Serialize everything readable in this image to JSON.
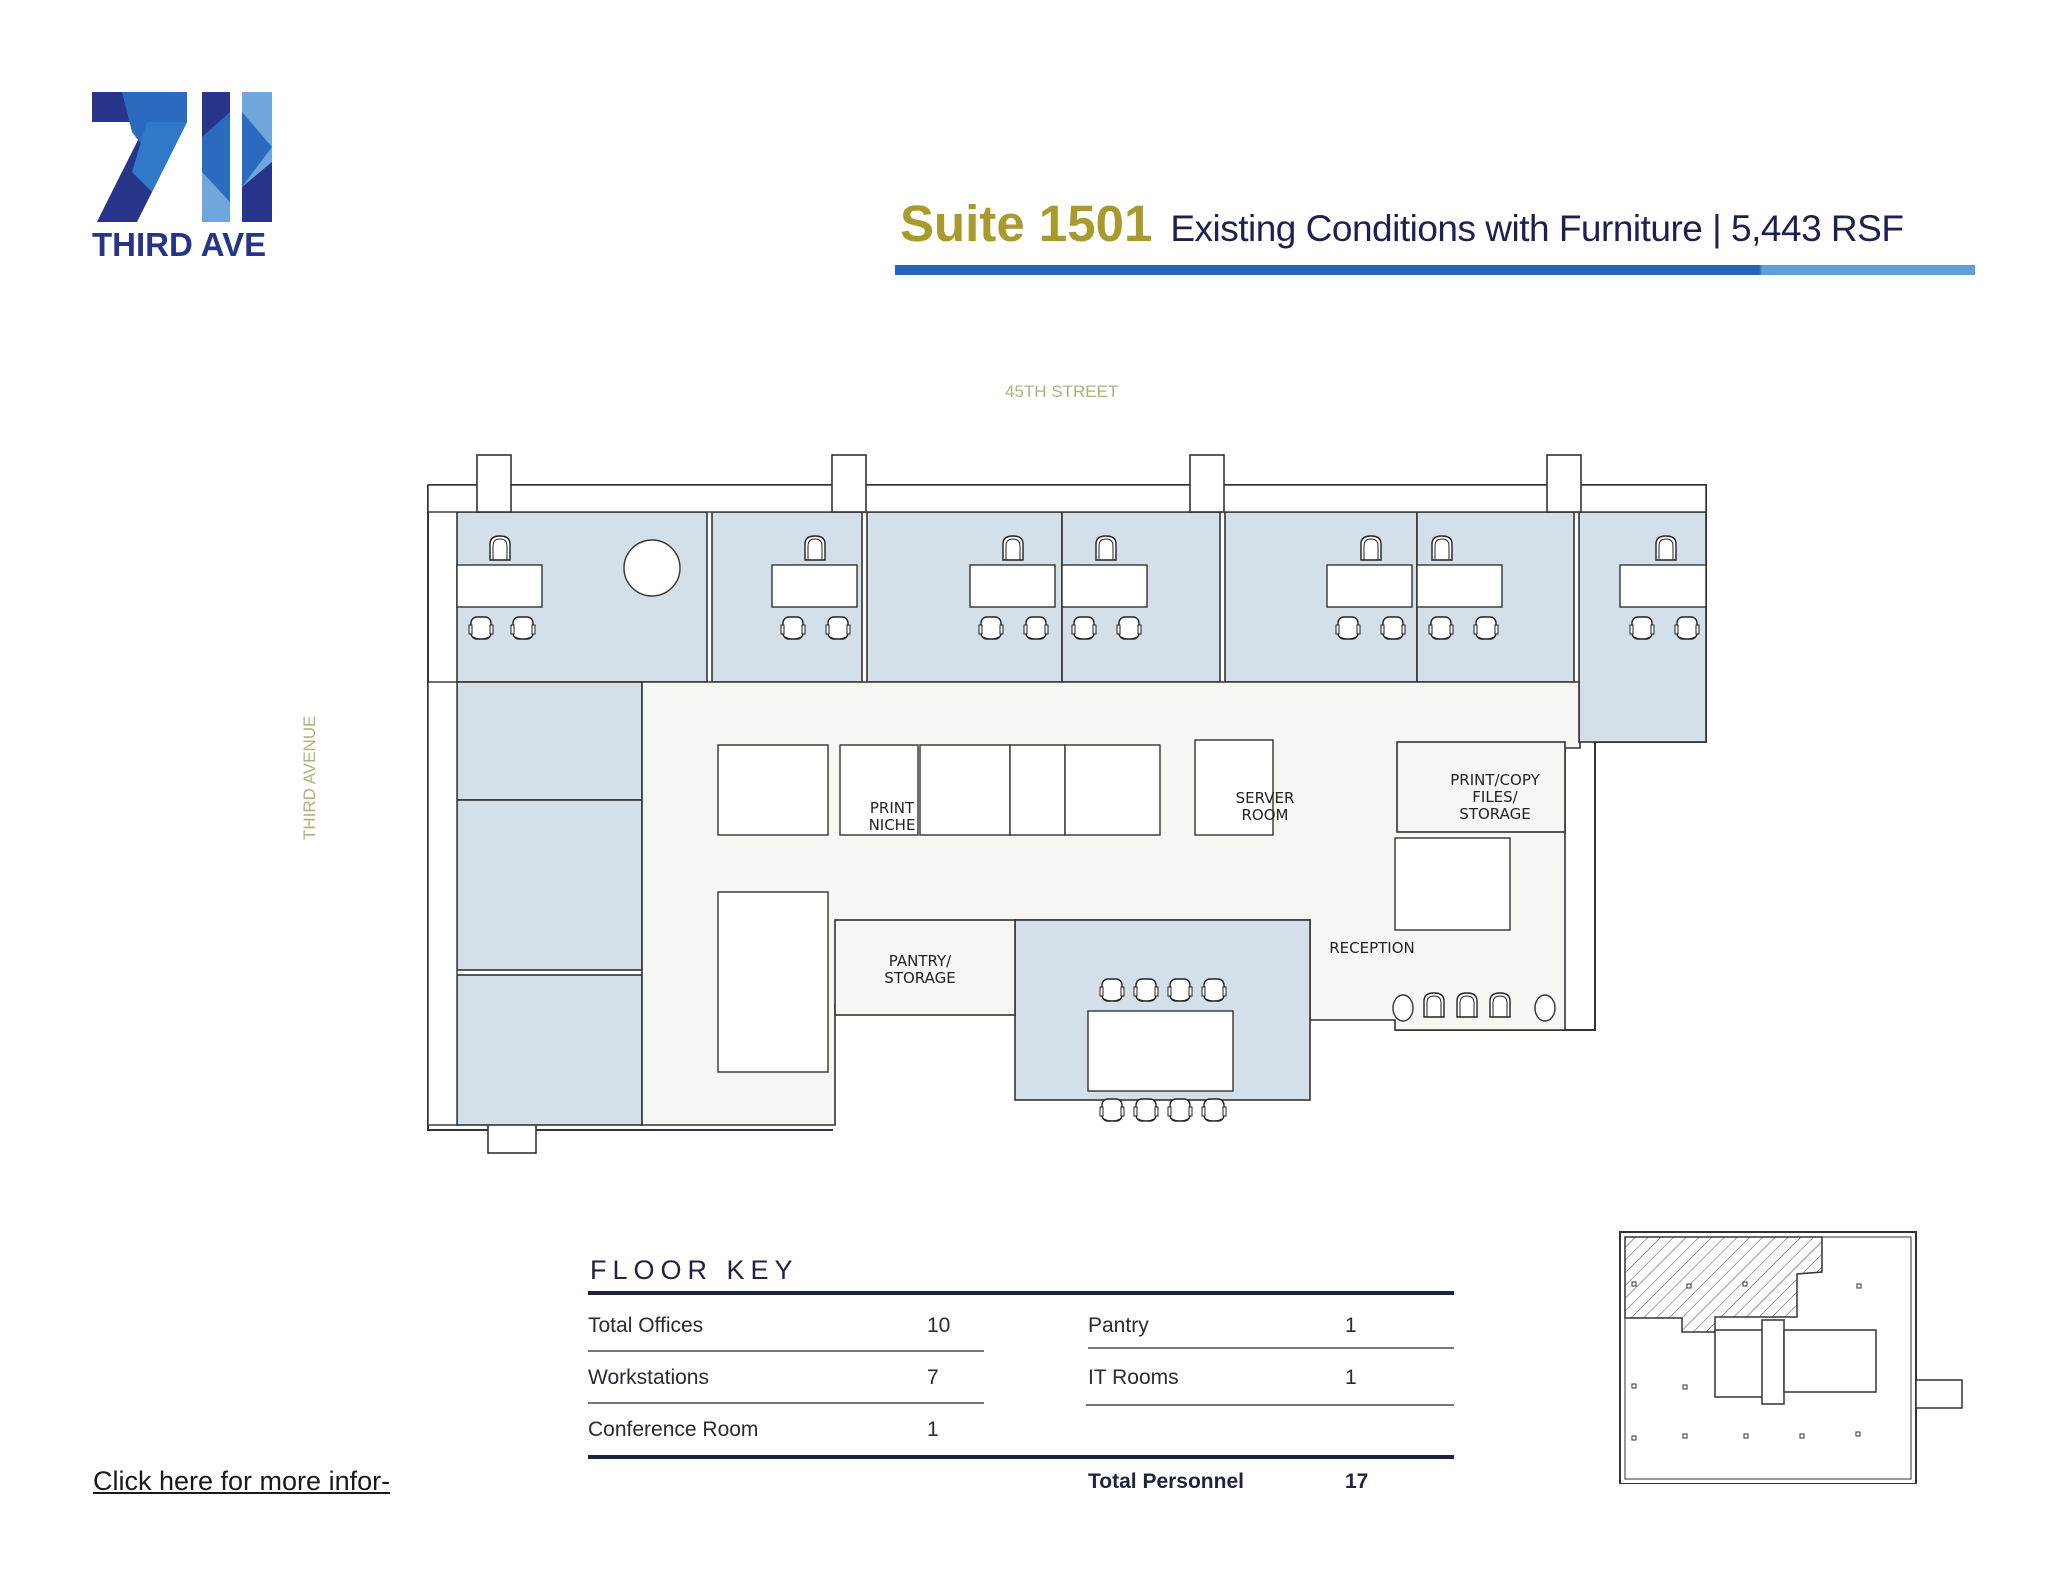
{
  "logo": {
    "number": "711",
    "text": "THIRD AVE",
    "colors": {
      "dark": "#26348a",
      "mid": "#2b6bbf",
      "light": "#6fa7dc"
    }
  },
  "header": {
    "suite": "Suite 1501",
    "subtitle": "Existing Conditions with Furniture | 5,443 RSF",
    "accent_color": "#a89a2c",
    "bar_color": "#2366b3"
  },
  "streets": {
    "north": "45TH STREET",
    "west": "THIRD AVENUE"
  },
  "plan": {
    "office_fill": "#d3e0ea",
    "corridor_fill": "#f6f6f2",
    "labels": {
      "print_niche": [
        "PRINT",
        "NICHE"
      ],
      "server_room": [
        "SERVER",
        "ROOM"
      ],
      "print_copy": [
        "PRINT/COPY",
        "FILES/",
        "STORAGE"
      ],
      "pantry": [
        "PANTRY/",
        "STORAGE"
      ],
      "reception": "RECEPTION"
    }
  },
  "floor_key": {
    "title": "FLOOR KEY",
    "left": [
      {
        "label": "Total Offices",
        "value": "10"
      },
      {
        "label": "Workstations",
        "value": "7"
      },
      {
        "label": "Conference Room",
        "value": "1"
      }
    ],
    "right": [
      {
        "label": "Pantry",
        "value": "1"
      },
      {
        "label": "IT Rooms",
        "value": "1"
      }
    ],
    "total": {
      "label": "Total Personnel",
      "value": "17"
    }
  },
  "link": {
    "text": "Click here for more infor-"
  }
}
